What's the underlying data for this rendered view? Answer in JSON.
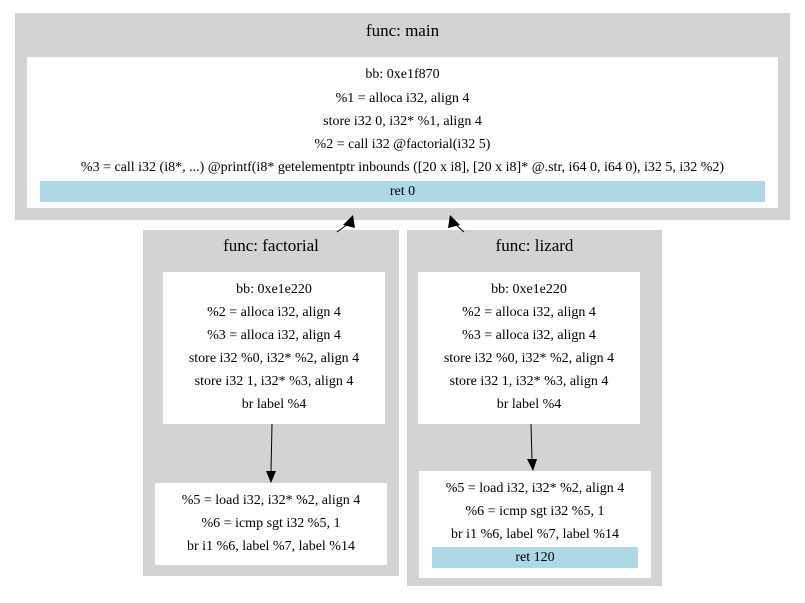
{
  "clusters": {
    "main": {
      "title": "func: main",
      "bb": {
        "lines": [
          "bb: 0xe1f870",
          "%1 = alloca i32, align 4",
          "store i32 0, i32* %1, align 4",
          "%2 = call i32 @factorial(i32 5)",
          "%3 = call i32 (i8*, ...) @printf(i8* getelementptr inbounds ([20 x i8], [20 x i8]* @.str, i64 0, i64 0), i32 5, i32 %2)"
        ],
        "highlight": "ret 0"
      }
    },
    "factorial": {
      "title": "func: factorial",
      "bb1": {
        "lines": [
          "bb: 0xe1e220",
          "%2 = alloca i32, align 4",
          "%3 = alloca i32, align 4",
          "store i32 %0, i32* %2, align 4",
          "store i32 1, i32* %3, align 4",
          "br label %4"
        ]
      },
      "bb2": {
        "lines": [
          "%5 = load i32, i32* %2, align 4",
          "%6 = icmp sgt i32 %5, 1",
          "br i1 %6, label %7, label %14"
        ]
      }
    },
    "lizard": {
      "title": "func: lizard",
      "bb1": {
        "lines": [
          "bb: 0xe1e220",
          "%2 = alloca i32, align 4",
          "%3 = alloca i32, align 4",
          "store i32 %0, i32* %2, align 4",
          "store i32 1, i32* %3, align 4",
          "br label %4"
        ]
      },
      "bb2": {
        "lines": [
          "%5 = load i32, i32* %2, align 4",
          "%6 = icmp sgt i32 %5, 1",
          "br i1 %6, label %7, label %14"
        ],
        "highlight": "ret 120"
      }
    }
  },
  "colors": {
    "cluster_fill": "#d3d3d3",
    "node_fill": "#ffffff",
    "highlight_fill": "#add8e6",
    "edge": "#000000"
  }
}
